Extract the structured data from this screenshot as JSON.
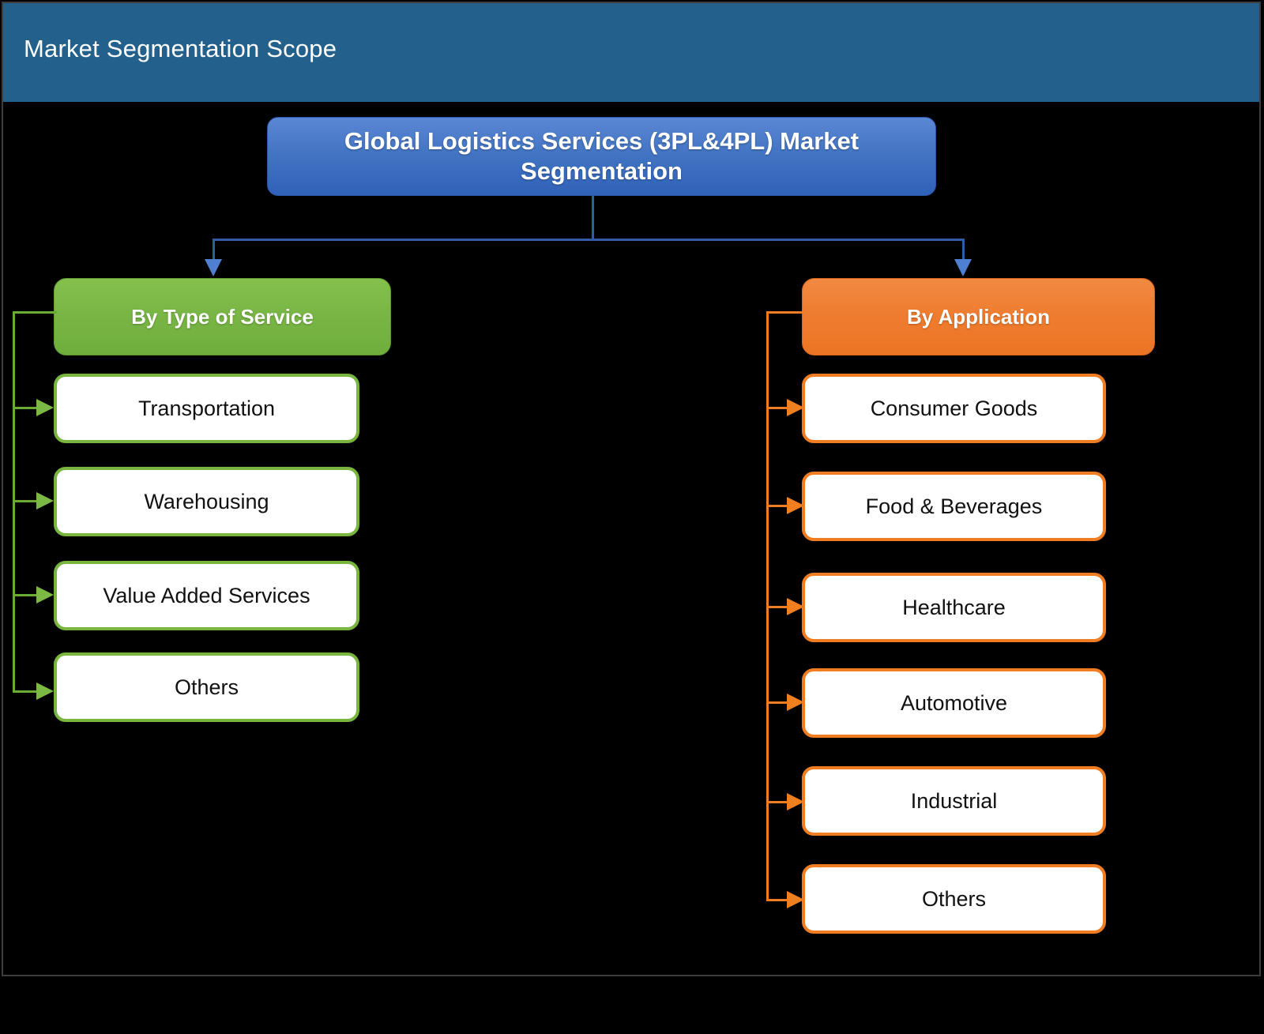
{
  "header": {
    "title": "Market Segmentation Scope",
    "background_color": "#23618c",
    "text_color": "#ffffff"
  },
  "diagram": {
    "type": "tree",
    "root": {
      "label": "Global Logistics Services (3PL&4PL) Market Segmentation",
      "fill_color": "#4375c4",
      "text_color": "#ffffff"
    },
    "branches": [
      {
        "id": "by-type-of-service",
        "label": "By Type of Service",
        "accent_color": "#78b545",
        "header_text_color": "#ffffff",
        "children": [
          {
            "label": "Transportation"
          },
          {
            "label": "Warehousing"
          },
          {
            "label": "Value Added Services"
          },
          {
            "label": "Others"
          }
        ]
      },
      {
        "id": "by-application",
        "label": "By Application",
        "accent_color": "#ef7c2e",
        "header_text_color": "#ffffff",
        "children": [
          {
            "label": "Consumer Goods"
          },
          {
            "label": "Food & Beverages"
          },
          {
            "label": "Healthcare"
          },
          {
            "label": "Automotive"
          },
          {
            "label": "Industrial"
          },
          {
            "label": "Others"
          }
        ]
      }
    ],
    "connector_colors": {
      "root": "#2f5ca8",
      "branch_1": "#6aab33",
      "branch_2": "#ef7d23"
    },
    "background_color": "#000000"
  }
}
